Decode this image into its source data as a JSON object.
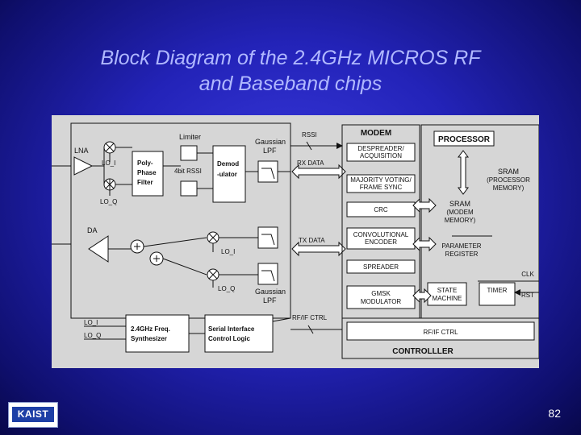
{
  "slide": {
    "title_line1": "Block Diagram of the 2.4GHz MICROS RF",
    "title_line2": "and Baseband chips",
    "page_number": "82",
    "logo_text": "KAIST"
  },
  "diagram": {
    "rf": {
      "lna": "LNA",
      "limiter": "Limiter",
      "gaussian_lpf_1": "Gaussian",
      "gaussian_lpf_1b": "LPF",
      "lo_i_1": "LO_I",
      "lo_q_1": "LO_Q",
      "polyphase_1": "Poly-",
      "polyphase_2": "Phase",
      "polyphase_3": "Filter",
      "rssi_4bit": "4bit RSSI",
      "demod_1": "Demod",
      "demod_2": "-ulator",
      "da": "DA",
      "lo_i_2": "LO_I",
      "lo_q_2": "LO_Q",
      "gaussian_lpf_2": "Gaussian",
      "gaussian_lpf_2b": "LPF",
      "lo_i_3": "LO_I",
      "lo_q_3": "LO_Q",
      "synth_1": "2.4GHz Freq.",
      "synth_2": "Synthesizer",
      "serial_1": "Serial Interface",
      "serial_2": "Control Logic"
    },
    "signals": {
      "rssi": "RSSI",
      "rx_data": "RX DATA",
      "tx_data": "TX DATA",
      "rf_if_ctrl_left": "RF/IF CTRL",
      "rf_if_ctrl_bottom": "RF/IF CTRL",
      "clk": "CLK",
      "rst": "RST"
    },
    "modem": {
      "title": "MODEM",
      "despreader_1": "DESPREADER/",
      "despreader_2": "ACQUISITION",
      "majority_1": "MAJORITY VOTING/",
      "majority_2": "FRAME SYNC",
      "crc": "CRC",
      "conv_1": "CONVOLUTIONAL",
      "conv_2": "ENCODER",
      "spreader": "SPREADER",
      "gmsk_1": "GMSK",
      "gmsk_2": "MODULATOR"
    },
    "processor": {
      "title": "PROCESSOR",
      "sram_proc_1": "SRAM",
      "sram_proc_2": "(PROCESSOR",
      "sram_proc_3": "MEMORY)",
      "sram_modem_1": "SRAM",
      "sram_modem_2": "(MODEM",
      "sram_modem_3": "MEMORY)",
      "param_1": "PARAMETER",
      "param_2": "REGISTER",
      "state_1": "STATE",
      "state_2": "MACHINE",
      "timer": "TIMER"
    },
    "controller": "CONTROLLLER"
  }
}
